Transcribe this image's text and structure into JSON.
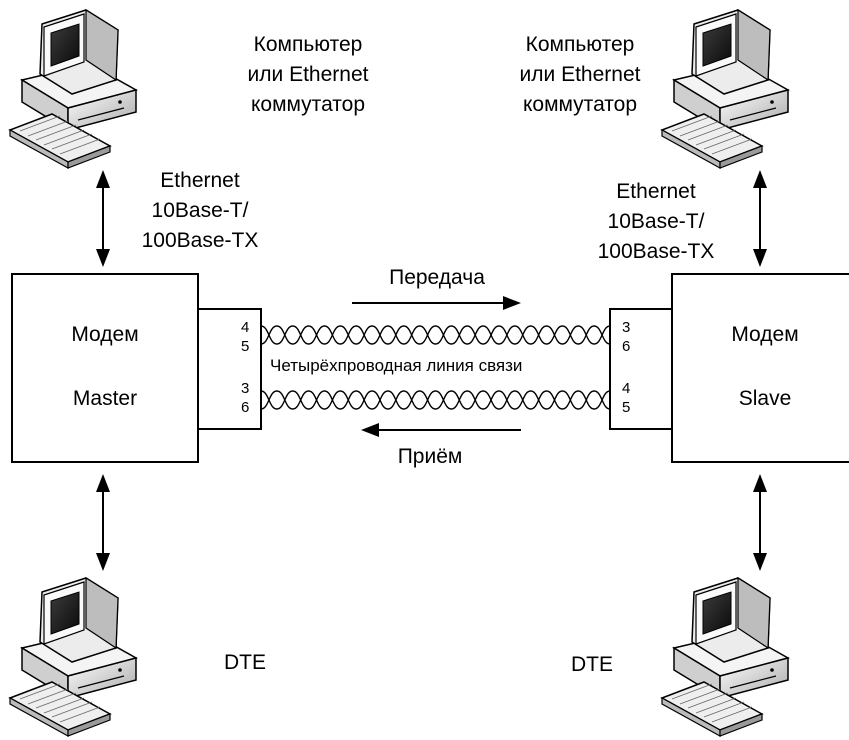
{
  "top_left": {
    "device_label": [
      "Компьютер",
      "или Ethernet",
      "коммутатор"
    ],
    "link_label": [
      "Ethernet",
      "10Base-T/",
      "100Base-TX"
    ]
  },
  "top_right": {
    "device_label": [
      "Компьютер",
      "или Ethernet",
      "коммутатор"
    ],
    "link_label": [
      "Ethernet",
      "10Base-T/",
      "100Base-TX"
    ]
  },
  "modem_left": {
    "line1": "Модем",
    "line2": "Master"
  },
  "modem_right": {
    "line1": "Модем",
    "line2": "Slave"
  },
  "connector_left": {
    "pair_top": [
      "4",
      "5"
    ],
    "pair_bottom": [
      "3",
      "6"
    ]
  },
  "connector_right": {
    "pair_top": [
      "3",
      "6"
    ],
    "pair_bottom": [
      "4",
      "5"
    ]
  },
  "line_label": "Четырёхпроводная линия связи",
  "transmit_label": "Передача",
  "receive_label": "Приём",
  "dte_left": "DTE",
  "dte_right": "DTE",
  "icons": [
    "computer-icon",
    "double-arrow-icon",
    "arrow-right-icon",
    "arrow-left-icon",
    "twisted-pair-icon"
  ]
}
